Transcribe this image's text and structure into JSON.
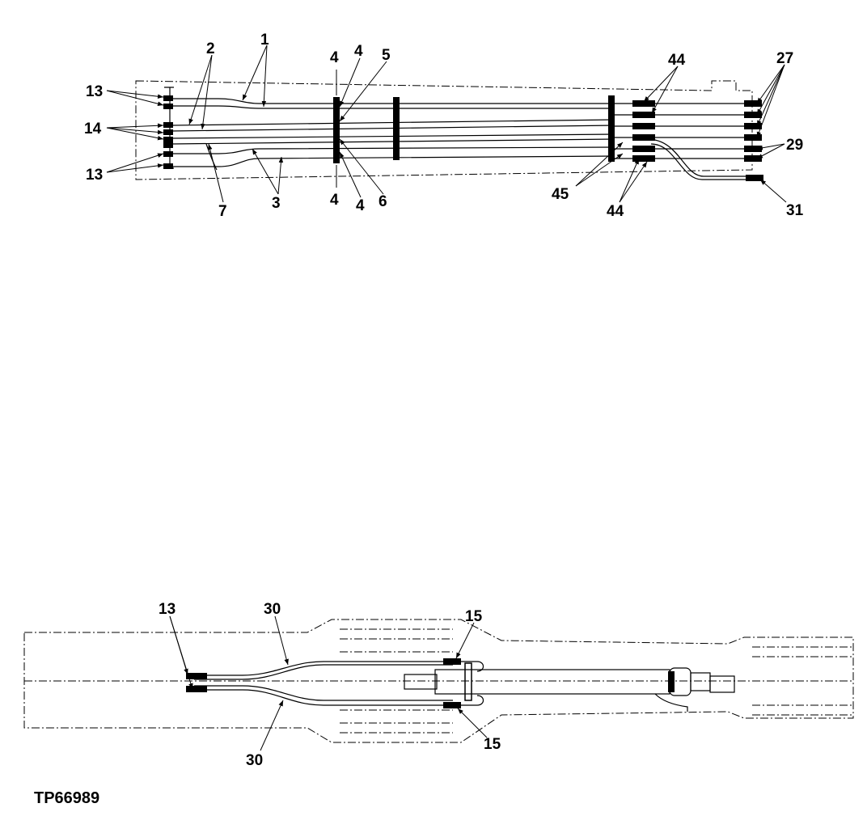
{
  "figure_id": "TP66989",
  "callouts": {
    "c1": "1",
    "c2": "2",
    "c3": "3",
    "c4a": "4",
    "c4b": "4",
    "c4c": "4",
    "c4d": "4",
    "c5": "5",
    "c6": "6",
    "c7": "7",
    "c13a": "13",
    "c13b": "13",
    "c13c": "13",
    "c14": "14",
    "c15a": "15",
    "c15b": "15",
    "c27": "27",
    "c29": "29",
    "c30a": "30",
    "c30b": "30",
    "c31": "31",
    "c44a": "44",
    "c44b": "44",
    "c45": "45"
  }
}
